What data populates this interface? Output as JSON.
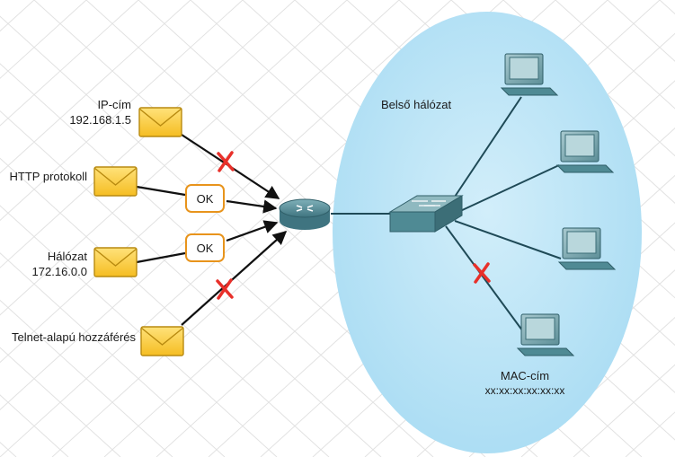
{
  "network_label": "Belső hálózat",
  "filters": [
    {
      "label_lines": [
        "IP-cím",
        "192.168.1.5"
      ],
      "status": "blocked"
    },
    {
      "label_lines": [
        "HTTP protokoll"
      ],
      "status": "allowed",
      "badge": "OK"
    },
    {
      "label_lines": [
        "Hálózat",
        "172.16.0.0"
      ],
      "status": "allowed",
      "badge": "OK"
    },
    {
      "label_lines": [
        "Telnet-alapú hozzáférés"
      ],
      "status": "blocked"
    }
  ],
  "hosts": [
    {
      "id": "pc1",
      "status": "connected"
    },
    {
      "id": "pc2",
      "status": "connected"
    },
    {
      "id": "pc3",
      "status": "connected"
    },
    {
      "id": "pc4",
      "status": "blocked",
      "label_lines": [
        "MAC-cím",
        "xx:xx:xx:xx:xx:xx"
      ]
    }
  ],
  "colors": {
    "network_fill": "#bfe6f7",
    "envelope_fill": "#ffd24a",
    "envelope_border": "#b88a10",
    "ok_border": "#e8941c",
    "block_mark": "#e8302a",
    "device": "#4f8a94",
    "link_line": "#1f4a57"
  },
  "icons": [
    "envelope-icon",
    "router-icon",
    "switch-icon",
    "computer-icon",
    "blocked-x-icon"
  ]
}
